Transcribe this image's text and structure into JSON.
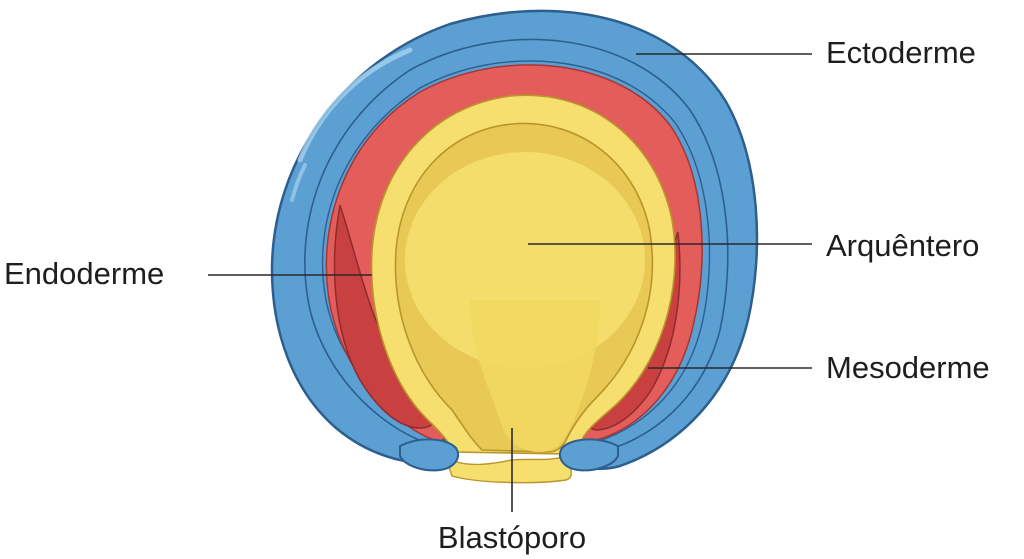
{
  "diagram": {
    "labels": {
      "ectoderme": "Ectoderme",
      "arquentero": "Arquêntero",
      "mesoderme": "Mesoderme",
      "endoderme": "Endoderme",
      "blastoporo": "Blastóporo"
    },
    "colors": {
      "ectoderm": "#5b9fd3",
      "ectoderm_dark": "#3f84bd",
      "ectoderm_light": "#8cc2e8",
      "mesoderm": "#e35d5a",
      "mesoderm_dark": "#c8403f",
      "endoderm": "#f6df6f",
      "archenteron": "#f2d65c",
      "archenteron_shade": "#e7c552",
      "outline": "#2d5f8e",
      "leader": "#2a2a2a"
    }
  }
}
